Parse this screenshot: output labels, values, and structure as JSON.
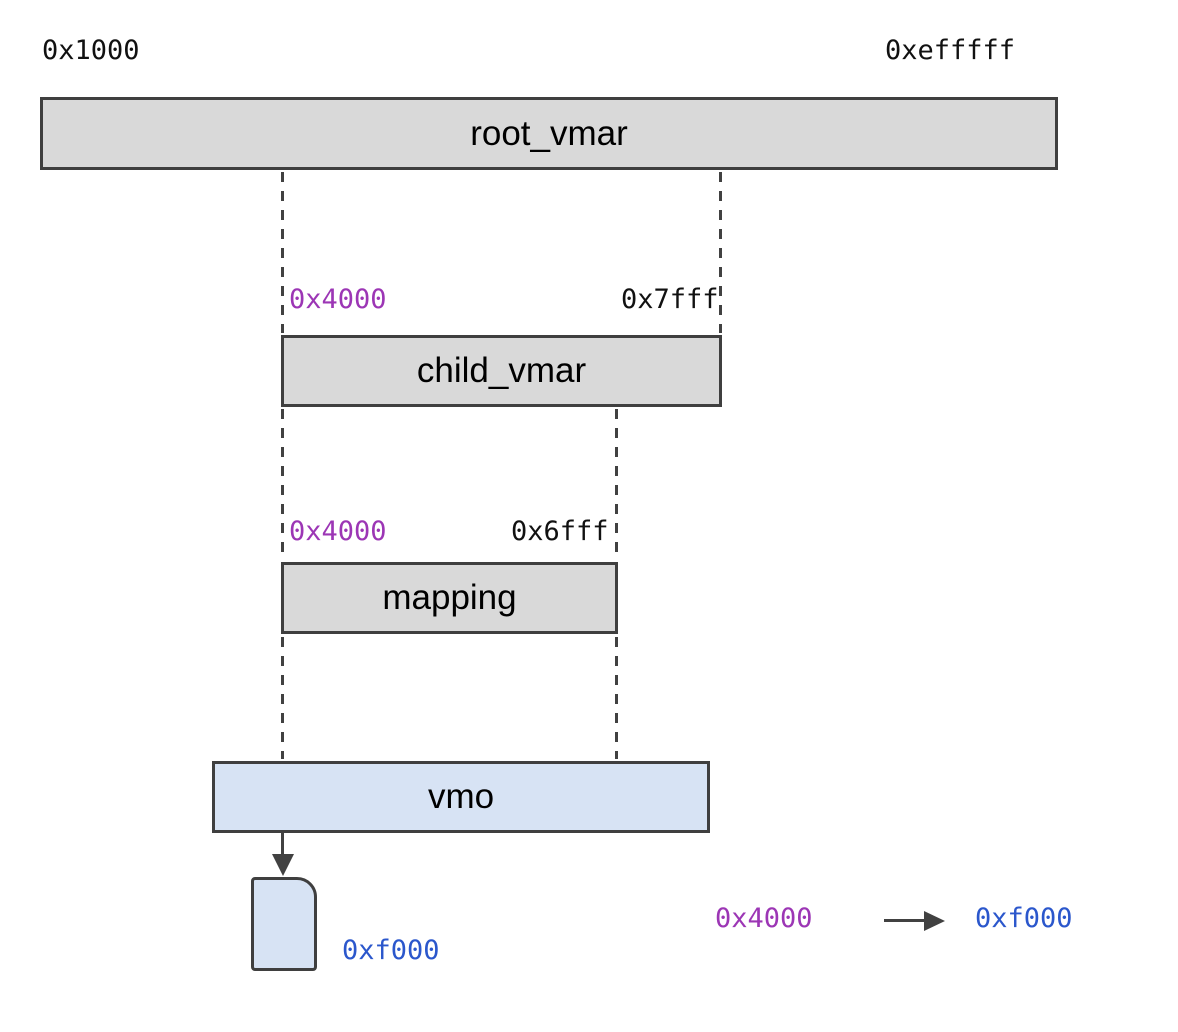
{
  "diagram": {
    "title": "vmar-mapping-diagram",
    "address_space": {
      "start": "0x1000",
      "end": "0xefffff"
    },
    "root_vmar": {
      "label": "root_vmar"
    },
    "child_vmar": {
      "label": "child_vmar",
      "start": "0x4000",
      "end": "0x7fff"
    },
    "mapping": {
      "label": "mapping",
      "start": "0x4000",
      "end": "0x6fff"
    },
    "vmo": {
      "label": "vmo"
    },
    "page": {
      "address": "0xf000"
    },
    "legend": {
      "virtual_address": "0x4000",
      "physical_address": "0xf000"
    },
    "colors": {
      "purple_text": "#9c36b5",
      "blue_text": "#2b57cc",
      "gray_fill": "#d9d9d9",
      "blue_fill": "#d7e3f4",
      "border": "#3f3f3f"
    }
  }
}
